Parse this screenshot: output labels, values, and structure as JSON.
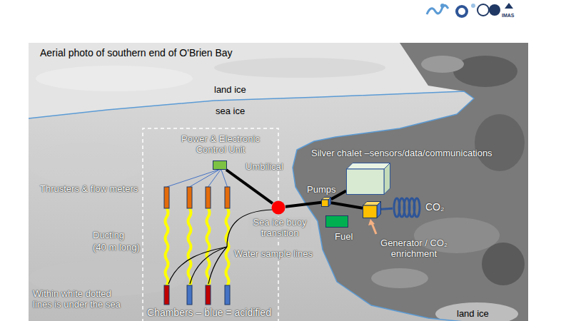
{
  "diagram": {
    "title": "Aerial photo of southern end of O'Brien Bay",
    "nodes": [
      {
        "text": [
          "Power & Electronic Control Unit"
        ]
      },
      {
        "text": [
          "Sea ice buoy transition"
        ]
      },
      {
        "text": [
          "Pumps"
        ]
      },
      {
        "text": [
          "Silver chalet –sensors/data/communications"
        ]
      },
      {
        "text": [
          "Fuel"
        ]
      },
      {
        "text": [
          "Generator / CO₂ enrichment"
        ]
      },
      {
        "text": [
          "CO₂"
        ]
      }
    ],
    "edges": [
      {
        "from": 0,
        "to": 1,
        "arrow": "none"
      },
      {
        "from": 1,
        "to": 2,
        "arrow": "none"
      },
      {
        "from": 2,
        "to": 3,
        "arrow": "none"
      },
      {
        "from": 2,
        "to": 5,
        "arrow": "none"
      },
      {
        "from": 5,
        "to": 6,
        "arrow": "none"
      }
    ],
    "labels": [
      "land ice",
      "sea ice",
      "Thrusters & flow meters",
      "Umbilical",
      "Ducting",
      "(40 m long)",
      "Water sample lines",
      "Chambers – blue = acidified",
      "Within white dotted lines is under the sea",
      "land ice",
      "IMAS"
    ]
  }
}
